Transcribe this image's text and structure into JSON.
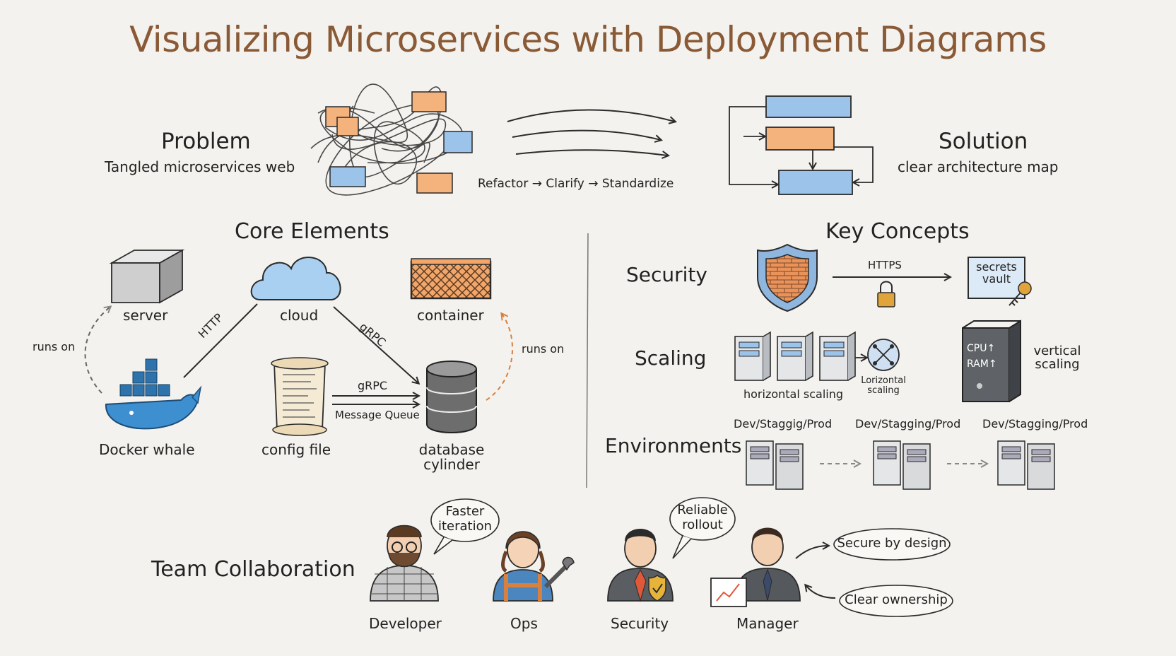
{
  "title": "Visualizing Microservices with Deployment Diagrams",
  "problem": {
    "heading": "Problem",
    "subtitle": "Tangled microservices web"
  },
  "transition": {
    "label": "Refactor → Clarify → Standardize"
  },
  "solution": {
    "heading": "Solution",
    "subtitle": "clear architecture map"
  },
  "core_elements": {
    "heading": "Core Elements",
    "items": {
      "server": "server",
      "cloud": "cloud",
      "container": "container",
      "docker": "Docker whale",
      "config": "config file",
      "database": "database cylinder"
    },
    "links": {
      "runs_on_left": "runs on",
      "runs_on_right": "runs on",
      "http": "HTTP",
      "grpc_diag": "gRPC",
      "grpc": "gRPC",
      "message_queue": "Message Queue"
    }
  },
  "key_concepts": {
    "heading": "Key Concepts",
    "security": {
      "label": "Security",
      "https": "HTTPS",
      "vault": "secrets vault"
    },
    "scaling": {
      "label": "Scaling",
      "horizontal": "horizontal scaling",
      "lorizontal": "Lorizontal scaling",
      "cpu": "CPU↑",
      "ram": "RAM↑",
      "vertical": "vertical scaling"
    },
    "environments": {
      "label": "Environments",
      "stages": [
        "Dev/Staggig/Prod",
        "Dev/Stagging/Prod",
        "Dev/Stagging/Prod"
      ]
    }
  },
  "team": {
    "heading": "Team Collaboration",
    "people": [
      "Developer",
      "Ops",
      "Security",
      "Manager"
    ],
    "bubbles": {
      "faster": "Faster iteration",
      "reliable": "Reliable rollout"
    },
    "pills": [
      "Secure by design",
      "Clear ownership"
    ]
  },
  "colors": {
    "title": "#8a5a36",
    "orange": "#f4b27d",
    "blue": "#9cc3ea",
    "ink": "#2b2b2b"
  }
}
